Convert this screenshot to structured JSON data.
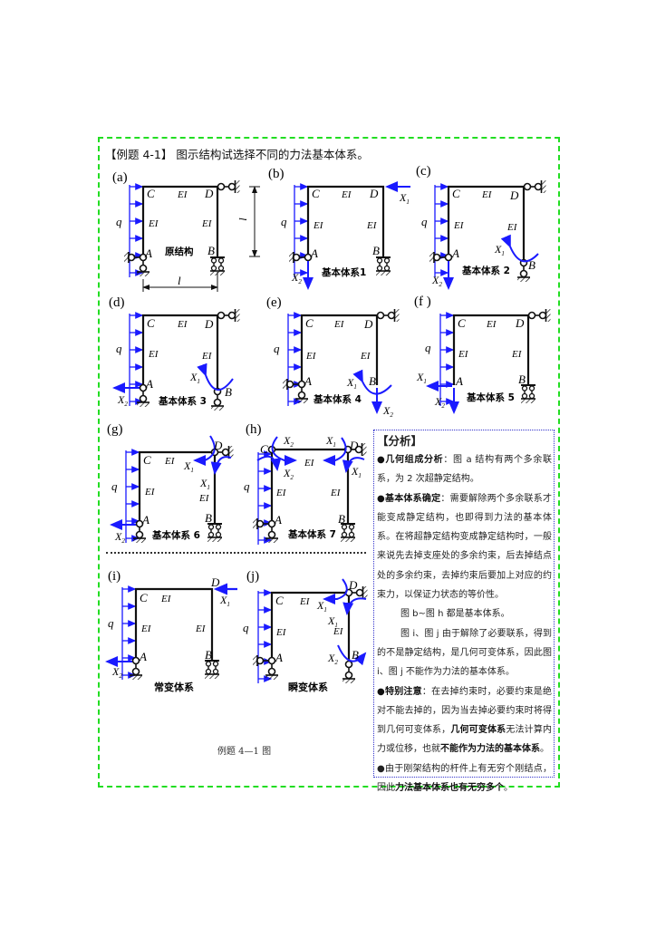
{
  "document": {
    "title": "【例题 4-1】 图示结构试选择不同的力法基本体系。",
    "figure_caption": "例题 4—1 图",
    "colors": {
      "border": "#22dd22",
      "load": "#1a1aff",
      "analysis_border": "#3333cc"
    }
  },
  "figures": {
    "a": {
      "tag": "(a)",
      "name": "原结构",
      "dim_h": "l",
      "dim_v": "l"
    },
    "b": {
      "tag": "(b)",
      "name": "基本体系1"
    },
    "c": {
      "tag": "(c)",
      "name": "基本体系 2"
    },
    "d": {
      "tag": "(d)",
      "name": "基本体系 3"
    },
    "e": {
      "tag": "(e)",
      "name": "基本体系 4"
    },
    "f": {
      "tag": "(f )",
      "name": "基本体系 5"
    },
    "g": {
      "tag": "(g)",
      "name": "基本体系 6"
    },
    "h": {
      "tag": "(h)",
      "name": "基本体系 7"
    },
    "i": {
      "tag": "(i)",
      "name": "常变体系"
    },
    "j": {
      "tag": "(j)",
      "name": "瞬变体系"
    }
  },
  "labels": {
    "C": "C",
    "D": "D",
    "A": "A",
    "B": "B",
    "EI": "EI",
    "q": "q",
    "X1": "X",
    "X2": "X",
    "sub1": "1",
    "sub2": "2"
  },
  "analysis": {
    "heading": "【分析】",
    "p1_bold": "●几何组成分析",
    "p1_text": "：图 a 结构有两个多余联系，为 2 次超静定结构。",
    "p2_bold": "●基本体系确定",
    "p2_text": "：需要解除两个多余联系才能变成静定结构，也即得到力法的基本体系。在将超静定结构变成静定结构时，一般来说先去掉支座处的多余约束，后去掉结点处的多余约束，去掉约束后要加上对应的约束力，以保证力状态的等价性。",
    "p3": "图 b~图 h 都是基本体系。",
    "p4": "图 i、图 j 由于解除了必要联系，得到的不是静定结构，是几何可变体系，因此图 i、图 j 不能作为力法的基本体系。",
    "p5_bold": "●特别注意",
    "p5_text1": "：在去掉约束时，必要约束是绝对不能去掉的，因为当去掉必要约束时将得到几何可变体系，",
    "p5_bold2": "几何可变体系",
    "p5_text2": "无法计算内力或位移，也就",
    "p5_bold3": "不能作为力法的基本体系",
    "p5_text3": "。",
    "p6_text1": "●由于刚架结构的杆件上有无穷个刚结点，因此",
    "p6_bold": "力法基本体系也有无穷多个",
    "p6_text2": "。"
  }
}
